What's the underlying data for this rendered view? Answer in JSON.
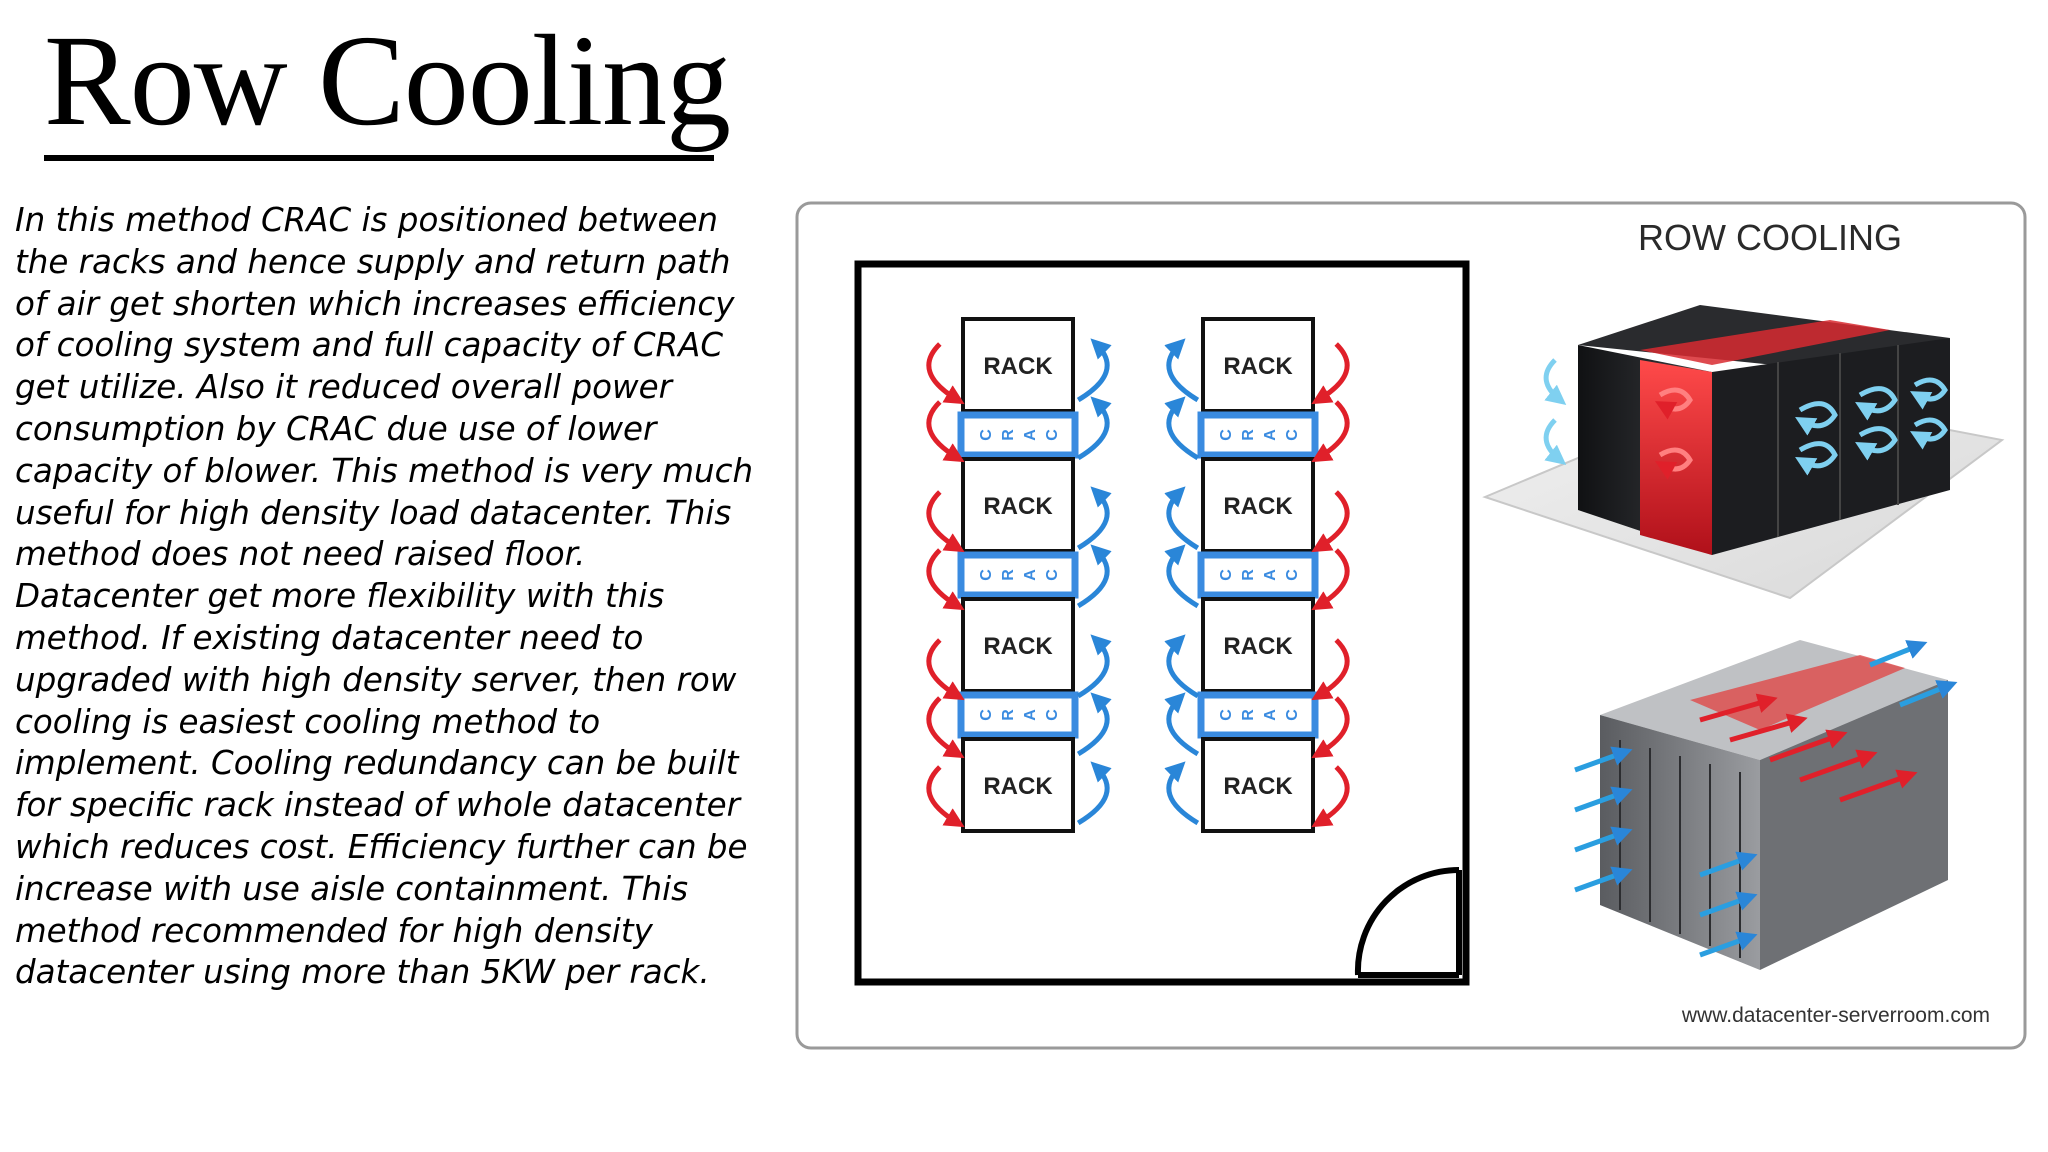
{
  "slide": {
    "title": "Row Cooling",
    "body": "In this method CRAC is positioned between the racks and hence supply and return path of air get shorten which increases efficiency of cooling system and full capacity of CRAC get utilize. Also it reduced overall power consumption by CRAC due use of lower capacity of blower. This method is very much useful for high density load datacenter. This method does not need raised floor. Datacenter get more flexibility with this method. If existing datacenter need to upgraded with high density server,  then row cooling is easiest cooling method to implement. Cooling redundancy can be built for specific rack instead of whole datacenter which reduces cost. Efficiency further can be increase with use aisle containment. This method recommended for high density datacenter using more than 5KW per rack."
  },
  "figure": {
    "heading": "ROW COOLING",
    "credit": "www.datacenter-serverroom.com",
    "rack_label": "RACK",
    "crac_letters": [
      "C",
      "R",
      "A",
      "C"
    ],
    "colors": {
      "hot_air": "#e0202a",
      "cold_air": "#2a86d8",
      "crac_frame": "#3a8be0",
      "rack_body": "#1e1f22",
      "room_wall": "#000000"
    }
  }
}
